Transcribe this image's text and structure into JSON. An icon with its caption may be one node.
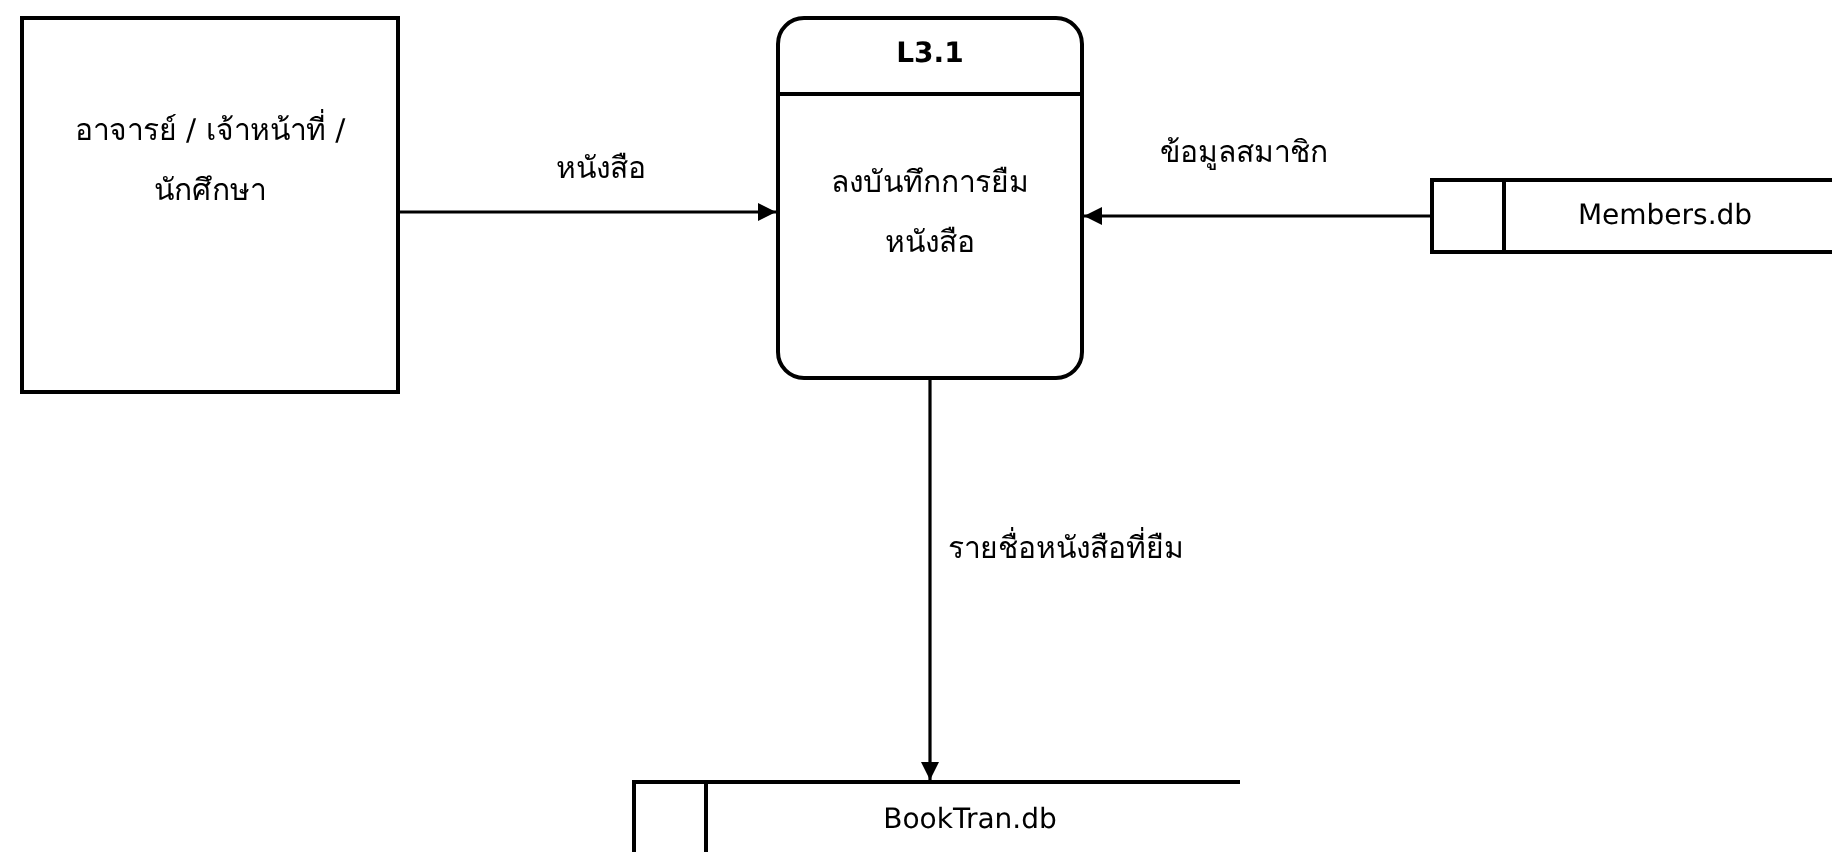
{
  "diagram": {
    "nodes": [
      {
        "text": [
          "อาจารย์ / เจ้าหน้าที่ / นักศึกษา"
        ]
      },
      {
        "text": [
          "L3.1",
          "ลงบันทึกการยืมหนังสือ"
        ]
      },
      {
        "text": [
          "Members.db"
        ]
      },
      {
        "text": [
          "BookTran.db"
        ]
      }
    ],
    "edges": [
      {
        "from": 0,
        "to": 1,
        "arrow": "to",
        "label": "หนังสือ"
      },
      {
        "from": 2,
        "to": 1,
        "arrow": "to",
        "label": "ข้อมูลสมาชิก"
      },
      {
        "from": 1,
        "to": 3,
        "arrow": "to",
        "label": "รายชื่อหนังสือที่ยืม"
      }
    ]
  }
}
